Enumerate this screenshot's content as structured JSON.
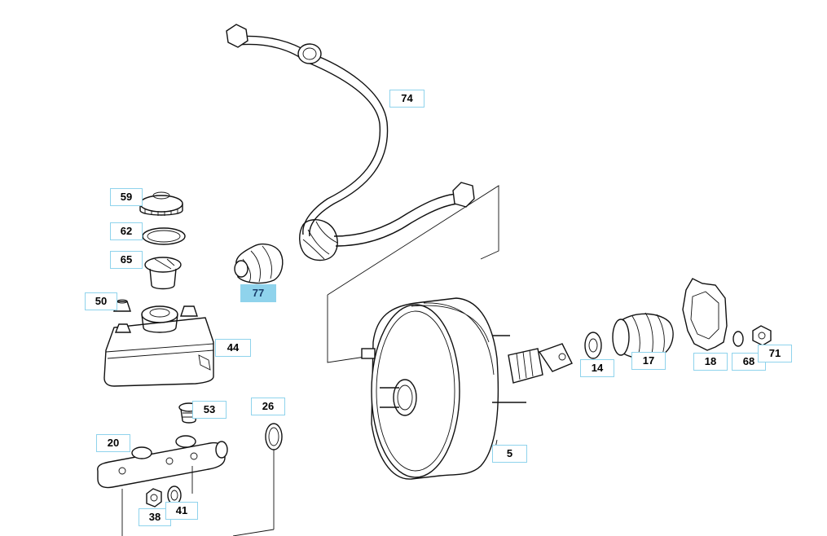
{
  "diagram": {
    "selected_part": "77",
    "callouts": [
      {
        "id": "74",
        "label": "74"
      },
      {
        "id": "59",
        "label": "59"
      },
      {
        "id": "62",
        "label": "62"
      },
      {
        "id": "65",
        "label": "65"
      },
      {
        "id": "77",
        "label": "77",
        "selected": true
      },
      {
        "id": "50",
        "label": "50"
      },
      {
        "id": "44",
        "label": "44"
      },
      {
        "id": "53",
        "label": "53"
      },
      {
        "id": "26",
        "label": "26"
      },
      {
        "id": "20",
        "label": "20"
      },
      {
        "id": "38",
        "label": "38"
      },
      {
        "id": "41",
        "label": "41"
      },
      {
        "id": "5",
        "label": "5"
      },
      {
        "id": "14",
        "label": "14"
      },
      {
        "id": "17",
        "label": "17"
      },
      {
        "id": "18",
        "label": "18"
      },
      {
        "id": "68",
        "label": "68"
      },
      {
        "id": "71",
        "label": "71"
      }
    ]
  }
}
